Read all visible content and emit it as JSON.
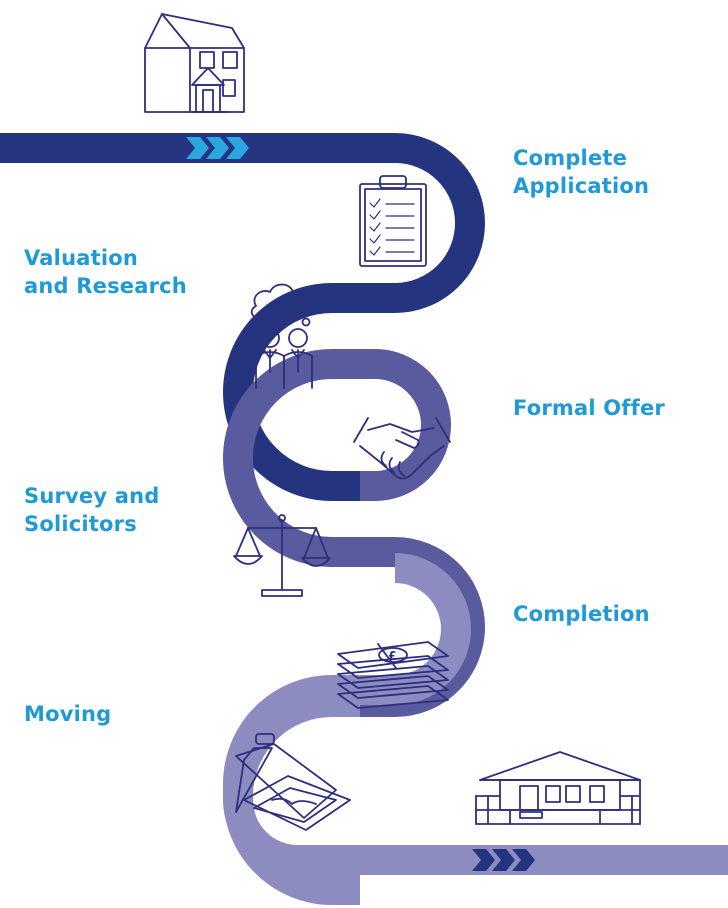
{
  "colors": {
    "track_dark": "#25347f",
    "track_mid": "#5a5a9e",
    "track_light": "#8d8cc0",
    "chevron_light": "#2aa6e0",
    "chevron_dark": "#25347f",
    "label": "#1f9ad6",
    "icon_stroke": "#2e2f7f"
  },
  "steps": [
    {
      "lines": [
        "Complete",
        "Application"
      ],
      "icon": "clipboard-checklist-icon"
    },
    {
      "lines": [
        "Valuation",
        "and Research"
      ],
      "icon": "thinking-people-icon"
    },
    {
      "lines": [
        "Formal Offer"
      ],
      "icon": "handshake-icon"
    },
    {
      "lines": [
        "Survey and",
        "Solicitors"
      ],
      "icon": "scales-icon"
    },
    {
      "lines": [
        "Completion"
      ],
      "icon": "banknotes-icon"
    },
    {
      "lines": [
        "Moving"
      ],
      "icon": "suitcase-icon"
    }
  ],
  "start_icon": "house-icon",
  "end_icon": "bungalow-icon",
  "start_arrow_icon": "chevrons-right-icon",
  "end_arrow_icon": "chevrons-right-icon"
}
